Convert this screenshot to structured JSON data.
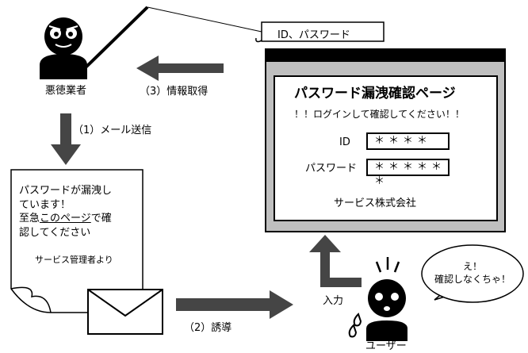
{
  "id_password_box": "ID、パスワード",
  "step3": "（3）情報取得",
  "step1": "（1）メール送信",
  "step2": "（2）誘導",
  "villain_label": "悪徳業者",
  "user_label": "ユーザー",
  "input_label": "入力",
  "speech": {
    "line1": "え！",
    "line2": "確認しなくちゃ！"
  },
  "email": {
    "line1": "パスワードが漏洩し",
    "line2": "ています！",
    "line3_prefix": "至急",
    "line3_link": "このページ",
    "line3_suffix": "で確",
    "line4": "認してください",
    "signature": "サービス管理者より"
  },
  "phishing_page": {
    "title": "パスワード漏洩確認ページ",
    "subtitle": "！！ログインして確認してください！！",
    "id_label": "ID",
    "id_value": "＊＊＊＊",
    "password_label": "パスワード",
    "password_value": "＊＊＊＊＊＊",
    "company": "サービス株式会社"
  },
  "colors": {
    "arrow": "#454545",
    "window_gray": "#bfbfbf",
    "window_bar": "#000000"
  }
}
